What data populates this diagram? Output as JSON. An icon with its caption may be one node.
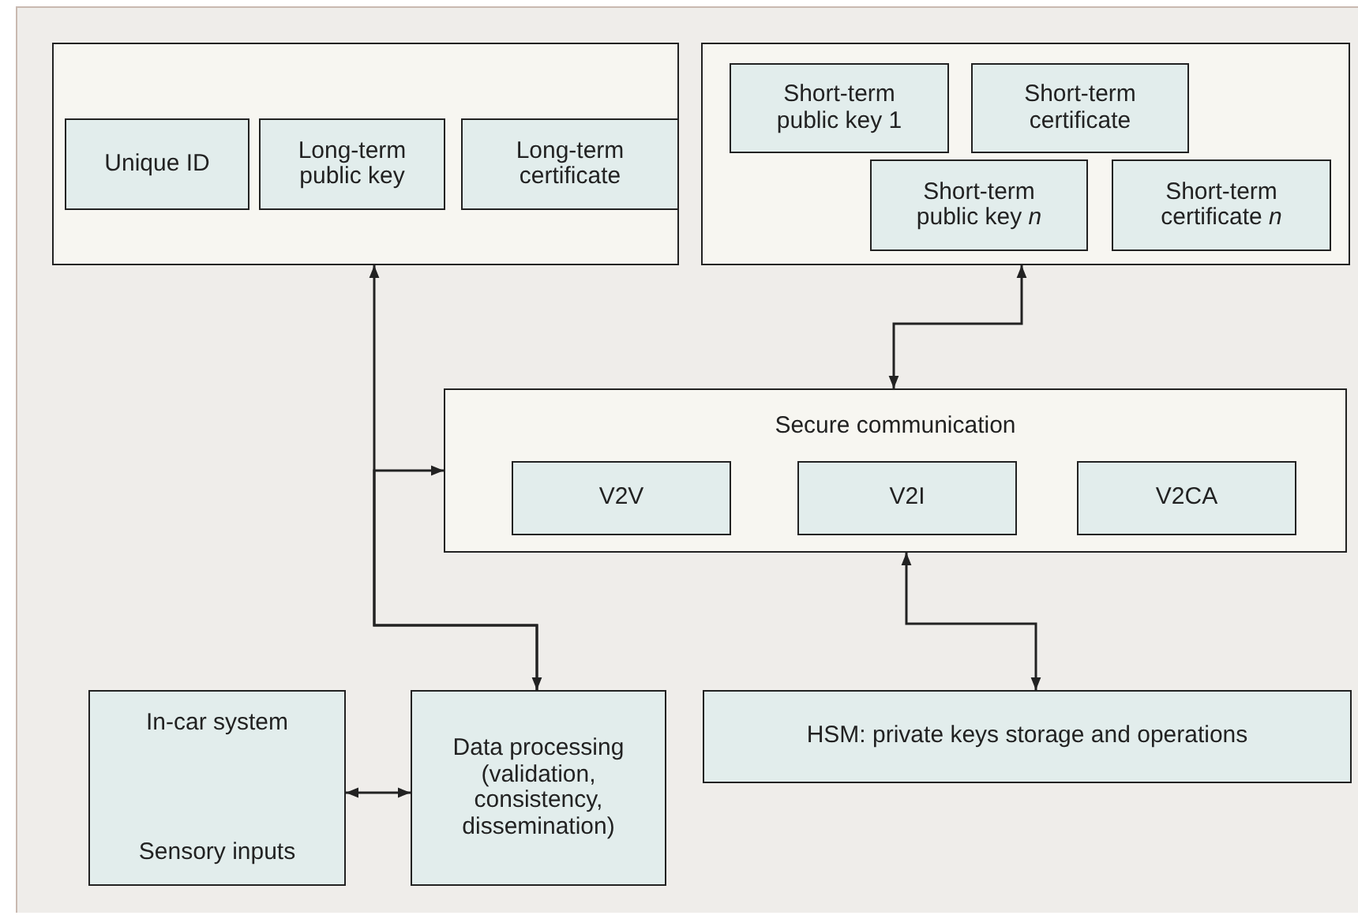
{
  "diagram": {
    "nodes": [
      {
        "text": [],
        "shape": "box"
      },
      {
        "text": [
          "Unique ID"
        ],
        "in": 0
      },
      {
        "text": [
          "Long-term public key"
        ],
        "in": 0
      },
      {
        "text": [
          "Long-term certificate"
        ],
        "in": 0
      },
      {
        "text": [],
        "shape": "box"
      },
      {
        "text": [
          "Short-term public key 1"
        ],
        "in": 4
      },
      {
        "text": [
          "Short-term certificate"
        ],
        "in": 4
      },
      {
        "text": [
          "Short-term public key *n*"
        ],
        "in": 4
      },
      {
        "text": [
          "Short-term certificate *n*"
        ],
        "in": 4
      },
      {
        "text": [
          "Secure communication"
        ]
      },
      {
        "text": [
          "V2V"
        ],
        "in": 9
      },
      {
        "text": [
          "V2I"
        ],
        "in": 9
      },
      {
        "text": [
          "V2CA"
        ],
        "in": 9
      },
      {
        "text": [
          "In-car system",
          "Sensory inputs"
        ]
      },
      {
        "text": [
          "Data processing (validation, consistency, dissemination)"
        ]
      },
      {
        "text": [
          "HSM: private keys storage and operations"
        ]
      }
    ],
    "edges": [
      {
        "from": 0,
        "to": 14,
        "arrow": "both"
      },
      {
        "from": 14,
        "to": 9,
        "arrow": "to"
      },
      {
        "from": 9,
        "to": 4,
        "arrow": "both"
      },
      {
        "from": 9,
        "to": 15,
        "arrow": "both"
      },
      {
        "from": 13,
        "to": 14,
        "arrow": "both"
      }
    ]
  }
}
